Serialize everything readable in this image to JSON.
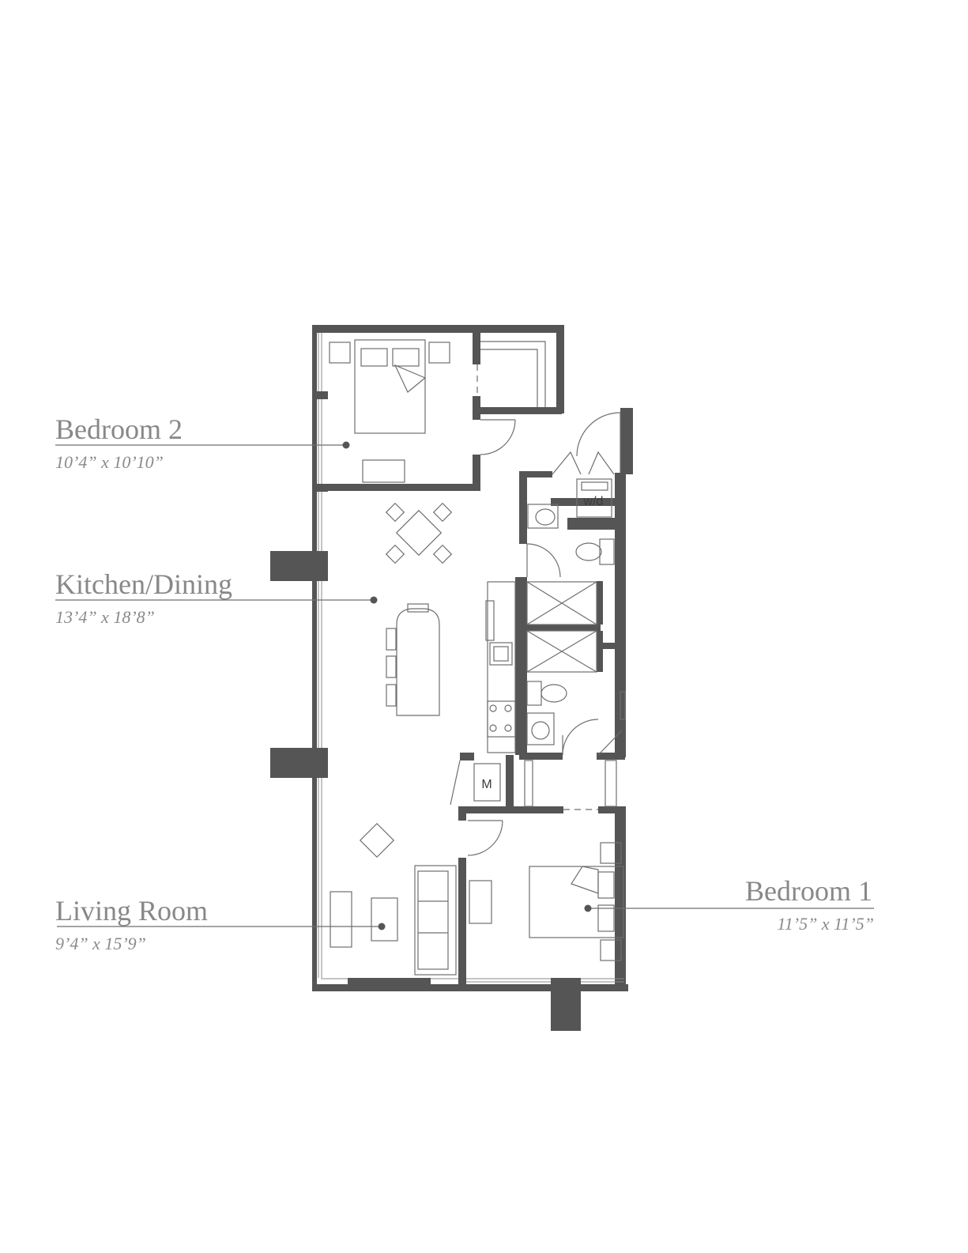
{
  "rooms": {
    "bedroom2": {
      "name": "Bedroom 2",
      "dims": "10’4” x 10’10”"
    },
    "kitchen_dining": {
      "name": "Kitchen/Dining",
      "dims": "13’4” x 18’8”"
    },
    "living_room": {
      "name": "Living Room",
      "dims": "9’4” x 15’9”"
    },
    "bedroom1": {
      "name": "Bedroom 1",
      "dims": "11’5” x 11’5”"
    }
  },
  "fixtures": {
    "washer_dryer_label": "w/d",
    "mechanical_label": "M"
  },
  "colors": {
    "wall": "#555555",
    "line": "#6f6f6f",
    "text": "#888888"
  }
}
